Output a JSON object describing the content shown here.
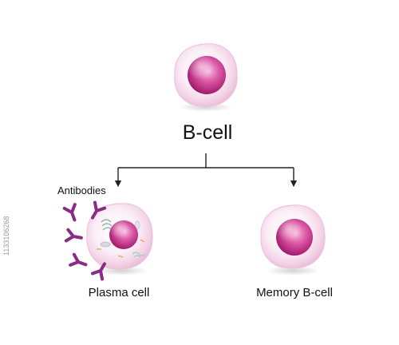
{
  "diagram": {
    "title": "B-cell",
    "branches": [
      {
        "label": "Plasma cell"
      },
      {
        "label": "Memory B-cell"
      }
    ],
    "antibodies_label": "Antibodies"
  },
  "watermark": {
    "id": "1133106268"
  },
  "colors": {
    "cell_outer": "#f6dcec",
    "nucleus": "#d5409a",
    "antibody": "#8a2c86",
    "arrow": "#222222"
  }
}
